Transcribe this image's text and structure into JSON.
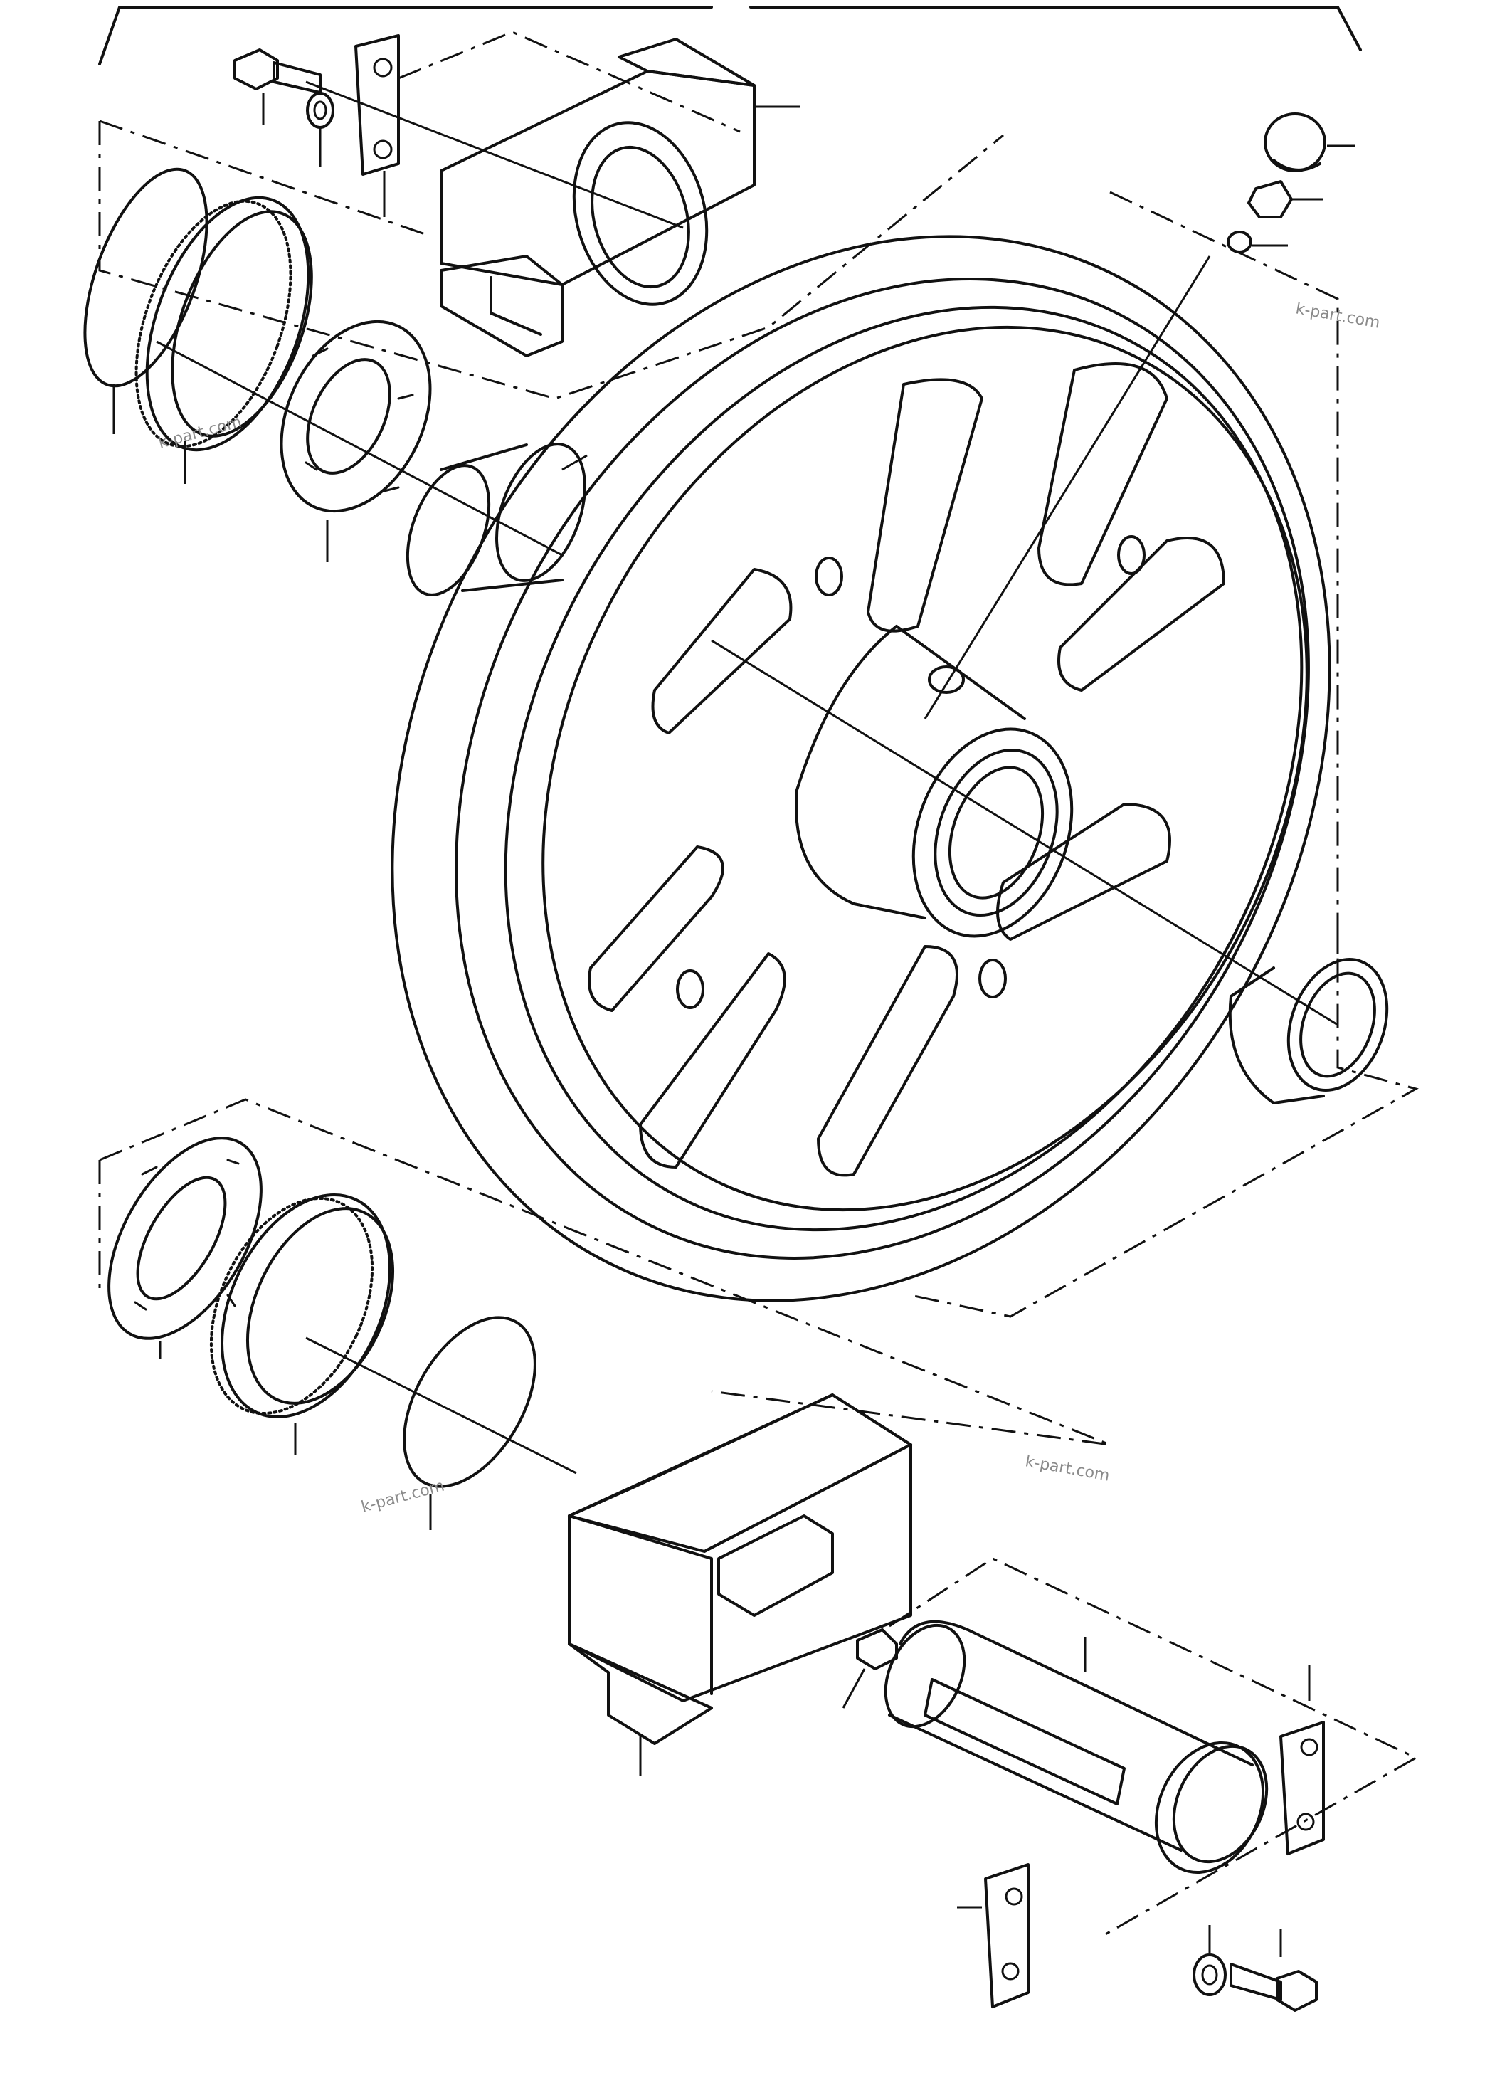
{
  "watermarks": [
    "k-part.com",
    "k-part.com",
    "k-part.com",
    "k-part.com"
  ],
  "colors": {
    "ink": "#111111",
    "background": "#ffffff",
    "watermark": "#8a8a8a"
  }
}
